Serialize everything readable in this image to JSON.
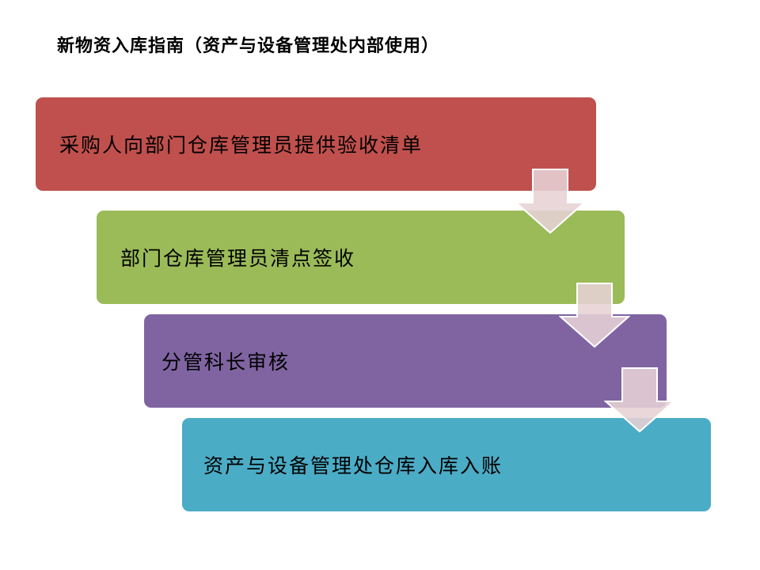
{
  "title": "新物资入库指南（资产与设备管理处内部使用）",
  "steps": [
    {
      "label": "采购人向部门仓库管理员提供验收清单",
      "color": "#C0504D"
    },
    {
      "label": "部门仓库管理员清点签收",
      "color": "#9BBB59"
    },
    {
      "label": "分管科长审核",
      "color": "#8064A2"
    },
    {
      "label": "资产与设备管理处仓库入库入账",
      "color": "#4BACC6"
    }
  ],
  "arrow_color": "#E6D2D5"
}
